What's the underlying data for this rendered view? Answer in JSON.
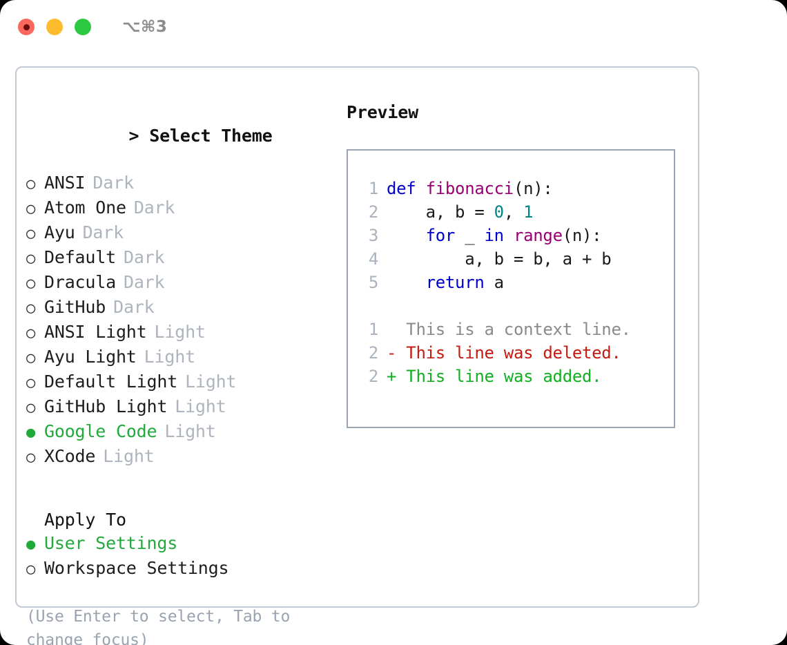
{
  "titlebar": {
    "shortcut": "⌥⌘3",
    "lights": [
      {
        "name": "close",
        "color": "#f9675d"
      },
      {
        "name": "minimize",
        "color": "#fdbc2e"
      },
      {
        "name": "zoom",
        "color": "#2bc93f"
      }
    ]
  },
  "theme_picker": {
    "heading": "Select Theme",
    "caret": ">",
    "bullet_selected": "●",
    "bullet_unselected": "○",
    "options": [
      {
        "label": "ANSI",
        "variant": "Dark",
        "selected": false
      },
      {
        "label": "Atom One",
        "variant": "Dark",
        "selected": false
      },
      {
        "label": "Ayu",
        "variant": "Dark",
        "selected": false
      },
      {
        "label": "Default",
        "variant": "Dark",
        "selected": false
      },
      {
        "label": "Dracula",
        "variant": "Dark",
        "selected": false
      },
      {
        "label": "GitHub",
        "variant": "Dark",
        "selected": false
      },
      {
        "label": "ANSI Light",
        "variant": "Light",
        "selected": false
      },
      {
        "label": "Ayu Light",
        "variant": "Light",
        "selected": false
      },
      {
        "label": "Default Light",
        "variant": "Light",
        "selected": false
      },
      {
        "label": "GitHub Light",
        "variant": "Light",
        "selected": false
      },
      {
        "label": "Google Code",
        "variant": "Light",
        "selected": true
      },
      {
        "label": "XCode",
        "variant": "Light",
        "selected": false
      }
    ]
  },
  "apply_to": {
    "heading": "Apply To",
    "options": [
      {
        "label": "User Settings",
        "selected": true
      },
      {
        "label": "Workspace Settings",
        "selected": false
      }
    ]
  },
  "hint": "(Use Enter to select, Tab to change focus)",
  "preview": {
    "title": "Preview",
    "code_lines": [
      {
        "number": "1",
        "tokens": [
          {
            "t": "def ",
            "c": "kw"
          },
          {
            "t": "fibonacci",
            "c": "fn"
          },
          {
            "t": "(n):",
            "c": "plain"
          }
        ]
      },
      {
        "number": "2",
        "tokens": [
          {
            "t": "    a, b = ",
            "c": "plain"
          },
          {
            "t": "0",
            "c": "num"
          },
          {
            "t": ", ",
            "c": "plain"
          },
          {
            "t": "1",
            "c": "num"
          }
        ]
      },
      {
        "number": "3",
        "tokens": [
          {
            "t": "    ",
            "c": "plain"
          },
          {
            "t": "for",
            "c": "kw"
          },
          {
            "t": " _ ",
            "c": "plain"
          },
          {
            "t": "in",
            "c": "kw"
          },
          {
            "t": " ",
            "c": "plain"
          },
          {
            "t": "range",
            "c": "fn"
          },
          {
            "t": "(n):",
            "c": "plain"
          }
        ]
      },
      {
        "number": "4",
        "tokens": [
          {
            "t": "        a, b = b, a + b",
            "c": "plain"
          }
        ]
      },
      {
        "number": "5",
        "tokens": [
          {
            "t": "    ",
            "c": "plain"
          },
          {
            "t": "return",
            "c": "kw"
          },
          {
            "t": " a",
            "c": "plain"
          }
        ]
      }
    ],
    "diff_lines": [
      {
        "number": "1",
        "marker": " ",
        "text": " This is a context line.",
        "kind": "d-ctx"
      },
      {
        "number": "2",
        "marker": "-",
        "text": " This line was deleted.",
        "kind": "d-del"
      },
      {
        "number": "2",
        "marker": "+",
        "text": " This line was added.",
        "kind": "d-add"
      }
    ]
  },
  "colors": {
    "accent_green": "#21a93c",
    "muted": "#aeb4bd",
    "hint": "#9aa3b0",
    "keyword": "#0000cc",
    "function": "#990073",
    "number": "#008484",
    "diff_added": "#12b021",
    "diff_deleted": "#c21b12",
    "diff_context": "#8a8a8a",
    "panel_border": "#9aa5b1",
    "card_border": "#c3c9d2"
  }
}
